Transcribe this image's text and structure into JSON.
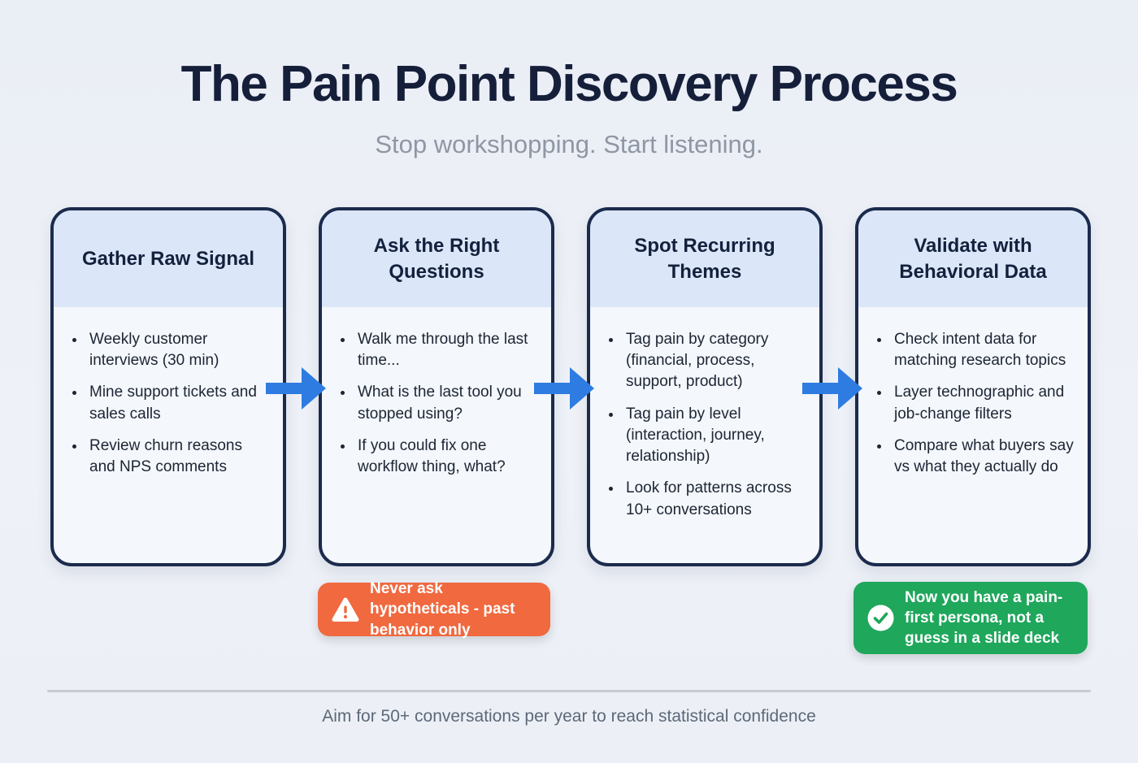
{
  "page": {
    "title": "The Pain Point Discovery Process",
    "subtitle": "Stop workshopping. Start listening.",
    "footer_note": "Aim for 50+ conversations per year to reach statistical confidence"
  },
  "colors": {
    "accent_blue": "#2e7ce2",
    "navy_border": "#1b2b4d",
    "card_header_fill": "#dbe7f8",
    "card_body_fill": "#f4f7fb",
    "warning_orange": "#f0693f",
    "success_green": "#1fa75c",
    "title_navy": "#161f3a"
  },
  "cards": [
    {
      "title": "Gather Raw Signal",
      "bullets": [
        "Weekly customer interviews (30 min)",
        "Mine support tickets and sales calls",
        "Review churn reasons and NPS comments"
      ]
    },
    {
      "title": "Ask the Right Questions",
      "bullets": [
        "Walk me through the last time...",
        "What is the last tool you stopped using?",
        "If you could fix one workflow thing, what?"
      ]
    },
    {
      "title": "Spot Recurring Themes",
      "bullets": [
        "Tag pain by category (financial, process, support, product)",
        "Tag pain by level (interaction, journey, relationship)",
        "Look for patterns across 10+ conversations"
      ]
    },
    {
      "title": "Validate with Behavioral Data",
      "bullets": [
        "Check intent data for matching research topics",
        "Layer technographic and job-change filters",
        "Compare what buyers say vs what they actually do"
      ]
    }
  ],
  "callouts": {
    "warning": {
      "icon": "warning-triangle",
      "text": "Never ask hypotheticals - past behavior only"
    },
    "success": {
      "icon": "check-circle",
      "text": "Now you have a pain-first persona, not a guess in a slide deck"
    }
  }
}
